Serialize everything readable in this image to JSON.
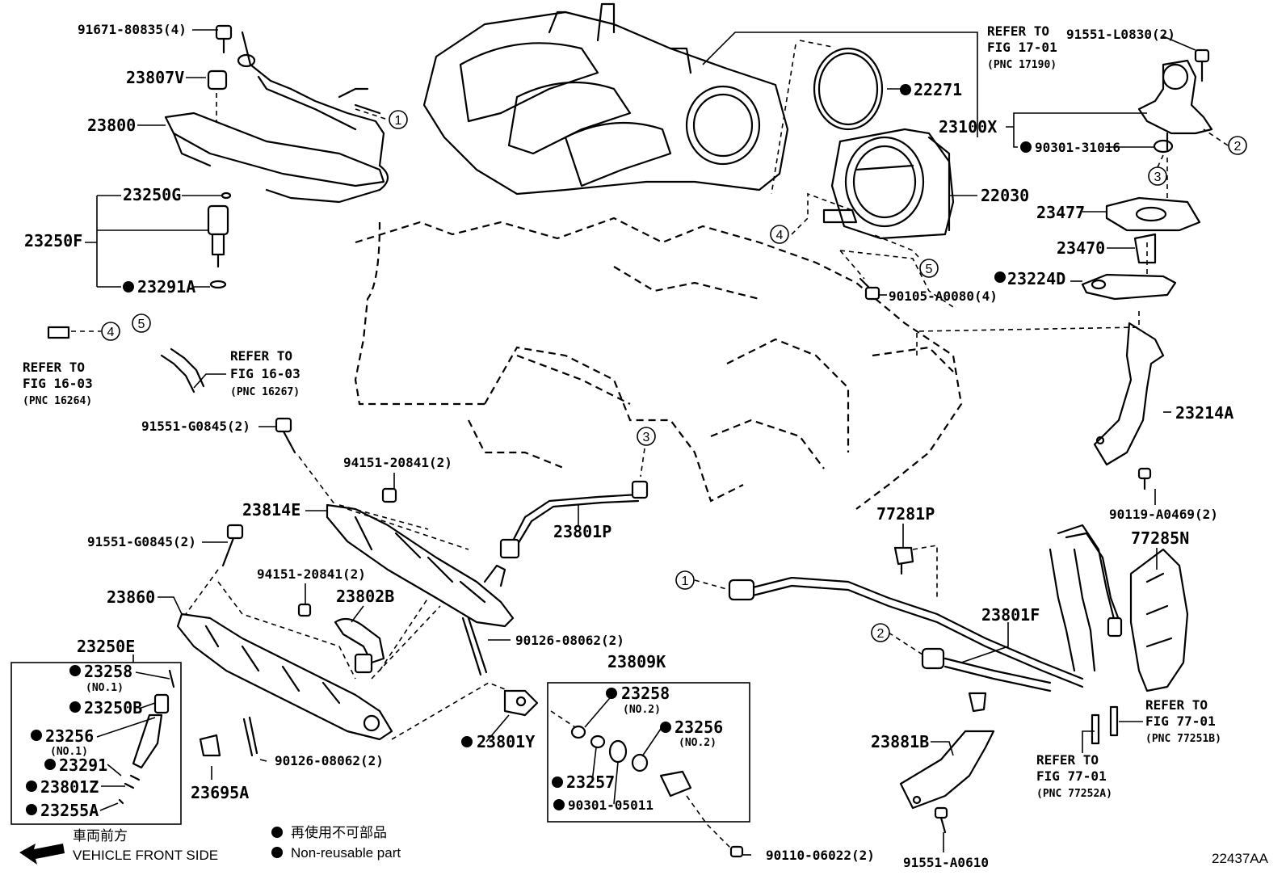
{
  "diagram_code": "22437AA",
  "legend": {
    "front_jp": "車両前方",
    "front_en": "VEHICLE FRONT SIDE",
    "nonreuse_jp": "再使用不可部品",
    "nonreuse_en": "Non-reusable part"
  },
  "labels": {
    "p91671": "91671-80835(4)",
    "p23807V": "23807V",
    "p23800": "23800",
    "p23250G": "23250G",
    "p23250F": "23250F",
    "p23291A": "23291A",
    "p22271": "22271",
    "ref1701_a": "REFER TO",
    "ref1701_b": "FIG 17-01",
    "ref1701_c": "(PNC 17190)",
    "p91551L": "91551-L0830(2)",
    "p23100X": "23100X",
    "p90301_31016": "90301-31016",
    "p22030": "22030",
    "p23477": "23477",
    "p23470": "23470",
    "p23224D": "23224D",
    "p90105": "90105-A0080(4)",
    "ref1603a_a": "REFER TO",
    "ref1603a_b": "FIG 16-03",
    "ref1603a_c": "(PNC 16264)",
    "ref1603b_a": "REFER TO",
    "ref1603b_b": "FIG 16-03",
    "ref1603b_c": "(PNC 16267)",
    "p91551G_a": "91551-G0845(2)",
    "p94151_a": "94151-20841(2)",
    "p23814E": "23814E",
    "p23801P": "23801P",
    "p23214A": "23214A",
    "p90119": "90119-A0469(2)",
    "p77281P": "77281P",
    "p77285N": "77285N",
    "p91551G_b": "91551-G0845(2)",
    "p94151_b": "94151-20841(2)",
    "p23860": "23860",
    "p23802B": "23802B",
    "p90126_a": "90126-08062(2)",
    "p23801F": "23801F",
    "p23250E": "23250E",
    "p23258a": "23258",
    "no1a": "(NO.1)",
    "p23250B": "23250B",
    "p23256a": "23256",
    "no1b": "(NO.1)",
    "p23291": "23291",
    "p23801Z": "23801Z",
    "p23255A": "23255A",
    "p23809K": "23809K",
    "p23258b": "23258",
    "no2a": "(NO.2)",
    "p23256b": "23256",
    "no2b": "(NO.2)",
    "p23257": "23257",
    "p90301_05011": "90301-05011",
    "p23801Y": "23801Y",
    "p90126_b": "90126-08062(2)",
    "p23695A": "23695A",
    "p23881B": "23881B",
    "ref7701a_a": "REFER TO",
    "ref7701a_b": "FIG 77-01",
    "ref7701a_c": "(PNC 77251B)",
    "ref7701b_a": "REFER TO",
    "ref7701b_b": "FIG 77-01",
    "ref7701b_c": "(PNC 77252A)",
    "p90110": "90110-06022(2)",
    "p91551A": "91551-A0610"
  },
  "callouts": [
    "1",
    "2",
    "3",
    "4",
    "5"
  ]
}
